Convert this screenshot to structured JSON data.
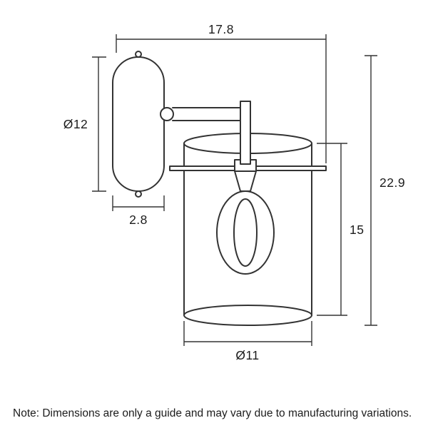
{
  "colors": {
    "line": "#333333",
    "dimension_line": "#333333",
    "text": "#1c1c1c",
    "background": "#ffffff"
  },
  "labels": {
    "projection": "17.8",
    "canopy_diameter": "Ø12",
    "canopy_depth": "2.8",
    "overall_height": "22.9",
    "shade_height": "15",
    "shade_diameter": "Ø11"
  },
  "note": "Note: Dimensions are only a guide and may vary due to manufacturing variations."
}
